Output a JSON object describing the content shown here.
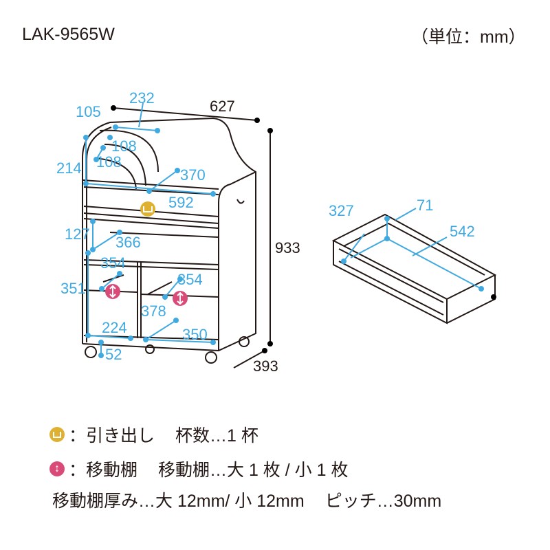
{
  "header": {
    "model": "LAK-9565W",
    "unit": "（単位：mm）"
  },
  "colors": {
    "dimension": "#3fa9e0",
    "drawer_icon": "#e0b030",
    "shelf_icon": "#d94a78",
    "outline": "#231815"
  },
  "cabinet_dimensions": {
    "width": "627",
    "height": "933",
    "depth": "393",
    "d105": "105",
    "d232": "232",
    "d108a": "108",
    "d108b": "108",
    "d214": "214",
    "d370": "370",
    "d592": "592",
    "d127": "127",
    "d366": "366",
    "d354a": "354",
    "d351": "351",
    "d354b": "354",
    "d378": "378",
    "d224": "224",
    "d350": "350",
    "d52": "52"
  },
  "drawer_dimensions": {
    "d327": "327",
    "d71": "71",
    "d542": "542"
  },
  "legend": {
    "drawer_icon": "drawer-icon",
    "drawer_label": "：引き出し",
    "drawer_count": "杯数…1 杯",
    "shelf_icon": "movable-shelf-icon",
    "shelf_label": "：移動棚",
    "shelf_count": "移動棚…大 1 枚 / 小 1 枚",
    "shelf_thickness": "移動棚厚み…大 12mm/ 小 12mm",
    "pitch": "ピッチ…30mm"
  }
}
